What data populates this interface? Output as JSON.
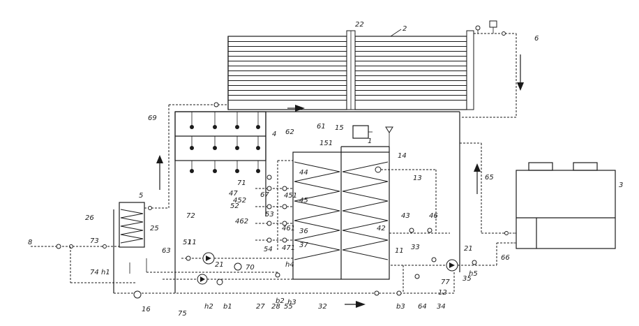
{
  "labels": {
    "l2": "2",
    "l22": "22",
    "l6": "6",
    "l3": "3",
    "l1": "1",
    "l4": "4",
    "l5": "5",
    "l8": "8",
    "l15": "15",
    "l151": "151",
    "l16": "16",
    "l14": "14",
    "l13": "13",
    "l11": "11",
    "l12": "12",
    "l21": "21",
    "l25": "25",
    "l26": "26",
    "l27": "27",
    "l28": "28",
    "l32": "32",
    "l33": "33",
    "l34": "34",
    "l35": "35",
    "l36": "36",
    "l37": "37",
    "l42": "42",
    "l43": "43",
    "l44": "44",
    "l45": "45",
    "l46": "46",
    "l47": "47",
    "l51": "51",
    "l52": "52",
    "l53": "53",
    "l54": "54",
    "l55": "55",
    "l61": "61",
    "l62": "62",
    "l63": "63",
    "l64": "64",
    "l65": "65",
    "l66": "66",
    "l67": "67",
    "l69": "69",
    "l70": "70",
    "l71": "71",
    "l72": "72",
    "l73": "73",
    "l74": "74",
    "l75": "75",
    "l77": "77",
    "l11b": "11",
    "l21b": "21",
    "l451": "451",
    "l452": "452",
    "l461": "461",
    "l462": "462",
    "l471": "471",
    "lh1": "h1",
    "lh2": "h2",
    "lh3": "h3",
    "lh4": "h4",
    "lh5": "h5",
    "lb1": "b1",
    "lb2": "b2",
    "lb3": "b3"
  }
}
